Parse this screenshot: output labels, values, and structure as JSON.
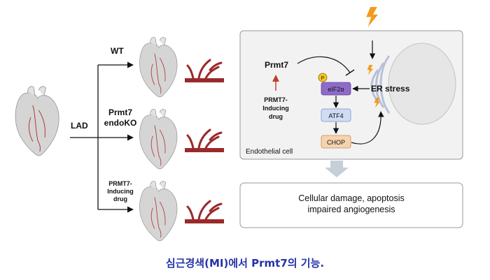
{
  "labels": {
    "lad": "LAD",
    "wt": "WT",
    "ko_line1": "Prmt7",
    "ko_line2": "endoKO",
    "drug_line1": "PRMT7-",
    "drug_line2": "Inducing",
    "drug_line3": "drug"
  },
  "endothelial_panel": {
    "prmt7": "Prmt7",
    "inducing_line1": "PRMT7-",
    "inducing_line2": "Inducing",
    "inducing_line3": "drug",
    "phospho": "P",
    "eif2a": "eIF2α",
    "atf4": "ATF4",
    "chop": "CHOP",
    "er_stress": "ER stress",
    "cell_label": "Endothelial cell"
  },
  "outcome_box": {
    "line1": "Cellular damage, apoptosis",
    "line2": "impaired angiogenesis"
  },
  "caption": "심근경색(MI)에서 Prmt7의 기능.",
  "colors": {
    "caption": "#2433a8",
    "eif2a_box": "#8e6bc9",
    "atf4_box": "#cfdcf4",
    "chop_box": "#f6d3b0",
    "vessel": "#9a2a2a",
    "heart_gray": "#cfcfcf",
    "bolt": "#f29a1b"
  }
}
